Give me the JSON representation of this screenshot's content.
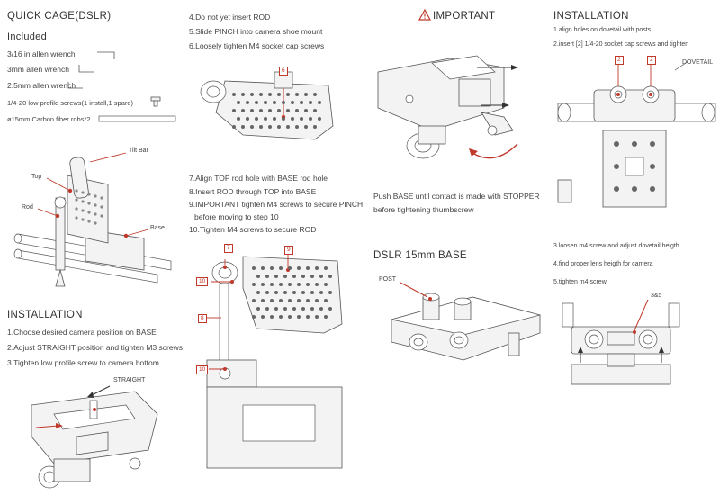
{
  "col1": {
    "title": "QUICK CAGE(DSLR)",
    "included_label": "Included",
    "items": [
      "3/16 in allen wrench",
      "3mm allen wrench",
      "2.5mm allen wrench",
      "1/4-20 low profile screws(1 install,1 spare)",
      "ø15mm Carbon fiber robs*2"
    ],
    "callouts": {
      "tilt_bar": "Tilt Bar",
      "top": "Top",
      "rod": "Rod",
      "base": "Base"
    },
    "installation_title": "INSTALLATION",
    "steps": [
      "1.Choose desired camera position on BASE",
      "2.Adjust STRAIGHT position and tighten M3 screws",
      "3.Tighten low profile screw to camera bottom"
    ],
    "straight_label": "STRAIGHT"
  },
  "col2": {
    "steps_top": [
      "4.Do not yet insert ROD",
      "5.Slide PINCH into camera shoe mount",
      "6.Loosely tighten M4 socket cap screws"
    ],
    "badge_6": "6",
    "steps_mid": [
      "7.Align TOP rod hole with BASE rod hole",
      "8.Insert ROD through TOP into BASE",
      "9.IMPORTANT tighten M4 screws to secure PINCH",
      "before moving to step 10",
      "10.Tighten M4 screws to secure ROD"
    ],
    "badges": {
      "b7": "7",
      "b9": "9",
      "b10a": "10",
      "b8": "8",
      "b10b": "10"
    }
  },
  "col3": {
    "important_title": "IMPORTANT",
    "note_lines": [
      "Push BASE until contact is made with STOPPER",
      "before tightening thumbscrew"
    ],
    "base_title": "DSLR 15mm BASE",
    "post_label": "POST"
  },
  "col4": {
    "title": "INSTALLATION",
    "steps_top": [
      "1.align holes on dovetail with posts",
      "2.insert [2] 1/4-20 socket cap screws and tighten"
    ],
    "badge_2a": "2",
    "badge_2b": "2",
    "dovetail_label": "DOVETAIL",
    "steps_bottom": [
      "3.loosen m4 screw and adjust dovetail heigth",
      "4.find proper lens heigth for camera",
      "5.tighten m4 screw"
    ],
    "label_3_5": "3&5"
  },
  "colors": {
    "accent_red": "#c0392b",
    "line": "#555555"
  }
}
